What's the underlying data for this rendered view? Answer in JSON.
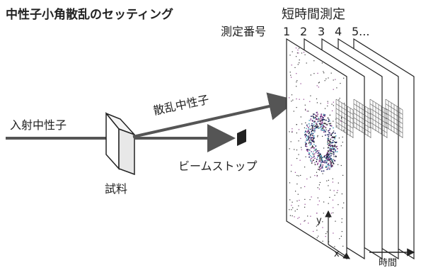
{
  "title": "中性子小角散乱のセッティング",
  "labels": {
    "incident": "入射中性子",
    "scattered": "散乱中性子",
    "sample": "試料",
    "beamstop": "ビームストップ",
    "time_resolved": "短時間測定",
    "meas_no_label": "測定番号",
    "axis_x": "x",
    "axis_y": "y",
    "time_axis": "時間"
  },
  "frame_numbers": [
    "1",
    "2",
    "3",
    "4",
    "5..."
  ],
  "colors": {
    "line": "#222222",
    "beam": "#555555",
    "sample_face": "#e8e8e8",
    "detector_dots": "#1a1a5e",
    "ring_highlight": "#5bb0c8",
    "ring_accent": "#8a3a8a"
  }
}
